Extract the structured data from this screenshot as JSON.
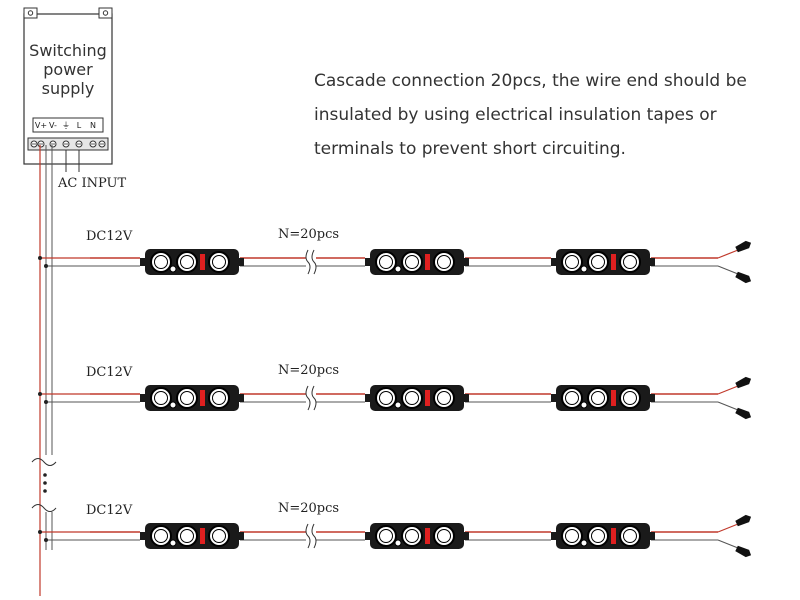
{
  "power_supply": {
    "title_lines": [
      "Switching",
      "power",
      "supply"
    ],
    "terminal_labels": [
      "V+",
      "V-",
      "⏚",
      "L",
      "N"
    ],
    "ac_input_label": "AC INPUT"
  },
  "note_lines": [
    "Cascade connection 20pcs, the wire end should be",
    "insulated by using electrical insulation tapes or",
    "terminals to prevent short circuiting."
  ],
  "rows": [
    {
      "voltage_label": "DC12V",
      "count_label": "N=20pcs"
    },
    {
      "voltage_label": "DC12V",
      "count_label": "N=20pcs"
    },
    {
      "voltage_label": "DC12V",
      "count_label": "N=20pcs"
    }
  ],
  "colors": {
    "positive_wire": "#c0392b",
    "negative_wire": "#555555",
    "module_body": "#1a1a1a",
    "lens_fill": "#ffffff",
    "resistor_red": "#e02020"
  }
}
